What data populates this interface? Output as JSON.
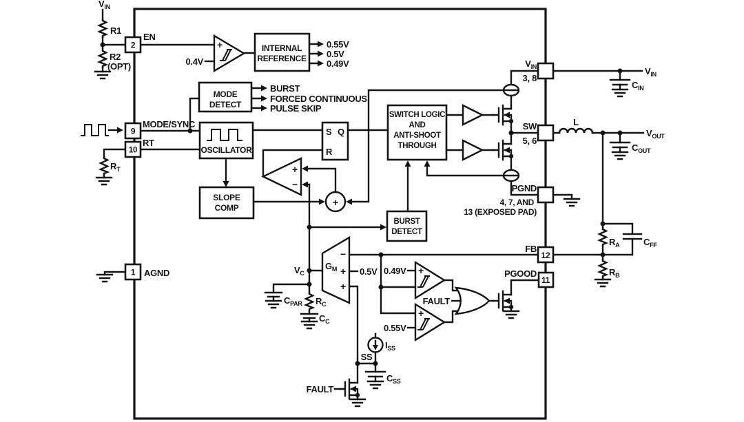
{
  "colors": {
    "ink": "#141414",
    "background": "#ffffff"
  },
  "blocks": {
    "internal_reference": [
      "INTERNAL",
      "REFERENCE"
    ],
    "mode_detect": [
      "MODE",
      "DETECT"
    ],
    "oscillator": [
      "OSCILLATOR"
    ],
    "slope_comp": [
      "SLOPE",
      "COMP"
    ],
    "switch_logic": [
      "SWITCH LOGIC",
      "AND",
      "ANTI-SHOOT",
      "THROUGH"
    ],
    "burst_detect": [
      "BURST",
      "DETECT"
    ]
  },
  "pins": {
    "en": {
      "num": "2",
      "label": "EN"
    },
    "mode_sync": {
      "num": "9",
      "label": "MODE/SYNC"
    },
    "rt": {
      "num": "10",
      "label": "RT"
    },
    "agnd": {
      "num": "1",
      "label": "AGND"
    },
    "vin": {
      "nums": "3, 8",
      "label_main": "V",
      "label_sub": "IN"
    },
    "sw": {
      "nums": "5, 6",
      "label": "SW"
    },
    "pgnd": {
      "label": "PGND",
      "nums_line1": "4, 7, AND",
      "nums_line2": "13 (EXPOSED PAD)"
    },
    "fb": {
      "num": "12",
      "label": "FB"
    },
    "pgood": {
      "num": "11",
      "label": "PGOOD"
    }
  },
  "voltages": {
    "en_ref": "0.4V",
    "ref_out_1": "0.55V",
    "ref_out_2": "0.5V",
    "ref_out_3": "0.49V",
    "gm_ref": "0.5V",
    "uv_ref": "0.49V",
    "ov_ref": "0.55V"
  },
  "mode_outputs": [
    "BURST",
    "FORCED CONTINUOUS",
    "PULSE SKIP"
  ],
  "latch": {
    "s": "S",
    "q": "Q",
    "r": "R"
  },
  "sym": {
    "plus": "+",
    "minus": "−"
  },
  "amp": {
    "gm_main": "G",
    "gm_sub": "M"
  },
  "signals": {
    "fault_gate": "FAULT",
    "fault_fet": "FAULT",
    "ss": "SS"
  },
  "ext": {
    "vin_top": {
      "main": "V",
      "sub": "IN"
    },
    "r1": "R1",
    "r2": "R2",
    "r2_opt": "(OPT)",
    "rt": {
      "main": "R",
      "sub": "T"
    },
    "vin_right": {
      "main": "V",
      "sub": "IN"
    },
    "cin": {
      "main": "C",
      "sub": "IN"
    },
    "l": "L",
    "vout": {
      "main": "V",
      "sub": "OUT"
    },
    "cout": {
      "main": "C",
      "sub": "OUT"
    },
    "ra": {
      "main": "R",
      "sub": "A"
    },
    "rb": {
      "main": "R",
      "sub": "B"
    },
    "cff": {
      "main": "C",
      "sub": "FF"
    },
    "cpar": {
      "main": "C",
      "sub": "PAR"
    },
    "rc": {
      "main": "R",
      "sub": "C"
    },
    "cc": {
      "main": "C",
      "sub": "C"
    },
    "css": {
      "main": "C",
      "sub": "SS"
    },
    "iss": {
      "main": "I",
      "sub": "SS"
    },
    "vc": {
      "main": "V",
      "sub": "C"
    }
  }
}
